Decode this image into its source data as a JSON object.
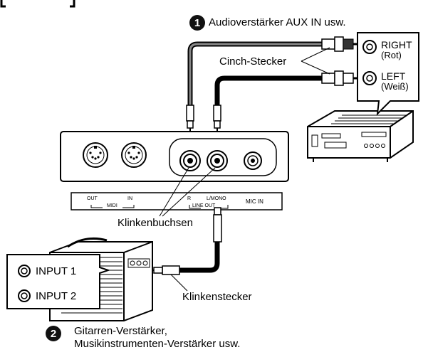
{
  "header_fragment": "",
  "step1": {
    "number": "1",
    "text": "Audioverstärker AUX IN usw."
  },
  "step2": {
    "number": "2",
    "line1": "Gitarren-Verstärker,",
    "line2": "Musikinstrumenten-Verstärker usw."
  },
  "labels": {
    "cinch_plug": "Cinch-Stecker",
    "jack_sockets": "Klinkenbuchsen",
    "jack_plug": "Klinkenstecker"
  },
  "receiver_callout": {
    "right_top": "RIGHT",
    "right_sub": "(Rot)",
    "left_top": "LEFT",
    "left_sub": "(Weiß)"
  },
  "panel_labels": {
    "midi_out": "OUT",
    "midi_in": "IN",
    "midi": "MIDI",
    "line_r": "R",
    "line_lmono": "L/MONO",
    "line_out": "LINE OUT",
    "mic_in": "MIC IN"
  },
  "amp_inputs": {
    "input1": "INPUT 1",
    "input2": "INPUT 2"
  }
}
